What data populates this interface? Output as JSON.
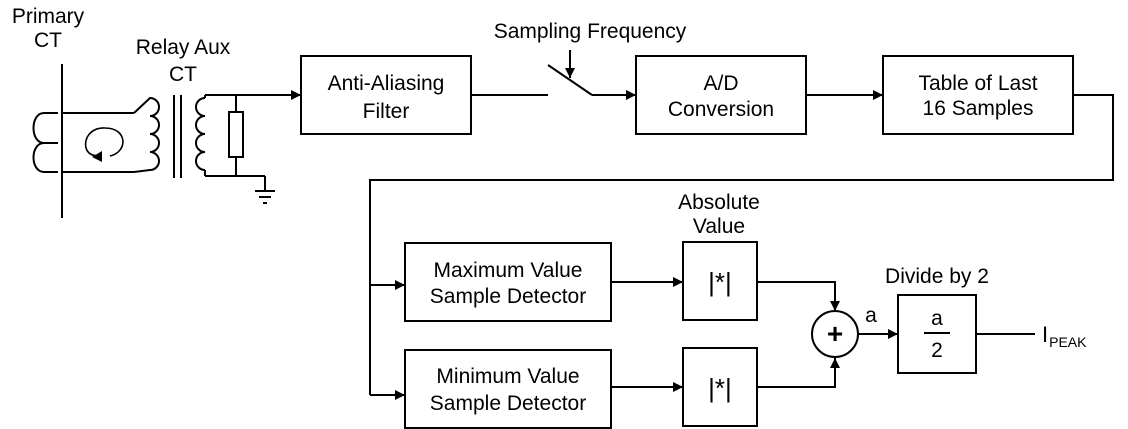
{
  "labels": {
    "primary_ct_line1": "Primary",
    "primary_ct_line2": "CT",
    "relay_aux_line1": "Relay Aux",
    "relay_aux_line2": "CT",
    "sampling_frequency": "Sampling Frequency",
    "absolute_value_line1": "Absolute",
    "absolute_value_line2": "Value",
    "divide_by_2": "Divide by 2",
    "sum_output": "a",
    "output_main": "I",
    "output_sub": "PEAK"
  },
  "blocks": {
    "anti_aliasing": {
      "line1": "Anti-Aliasing",
      "line2": "Filter"
    },
    "ad_conversion": {
      "line1": "A/D",
      "line2": "Conversion"
    },
    "table_samples": {
      "line1": "Table of Last",
      "line2": "16 Samples"
    },
    "max_detector": {
      "line1": "Maximum Value",
      "line2": "Sample Detector"
    },
    "min_detector": {
      "line1": "Minimum Value",
      "line2": "Sample Detector"
    },
    "abs_top": {
      "text": "|*|"
    },
    "abs_bottom": {
      "text": "|*|"
    },
    "divide": {
      "numerator": "a",
      "denominator": "2"
    },
    "summer": {
      "symbol": "+"
    }
  }
}
